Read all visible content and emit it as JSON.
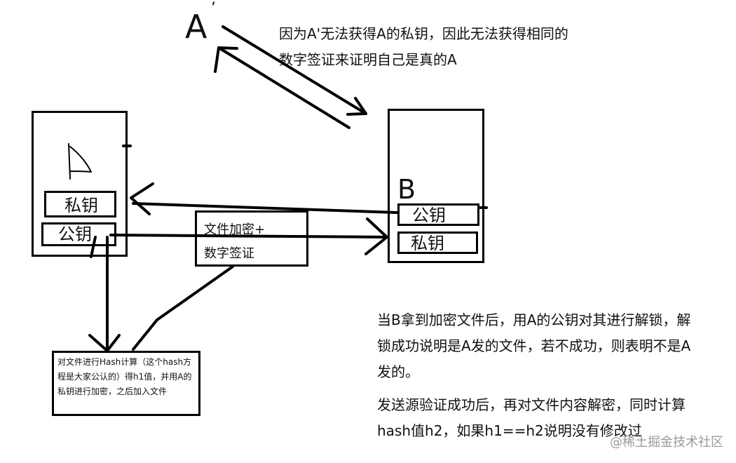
{
  "labels": {
    "a_prime_letter": "A",
    "a_prime_mark": "’",
    "a_inner": "A",
    "b_letter": "B",
    "top_note": "因为A'无法获得A的私钥，因此无法获得相同的数字签证来证明自己是真的A",
    "a_private_key": "私钥",
    "a_public_key": "公钥",
    "b_public_key": "公钥",
    "b_private_key": "私钥",
    "middle_line1": "文件加密+",
    "middle_line2": "数字签证",
    "hash_note": "对文件进行Hash计算（这个hash方程是大家公认的）得h1值，并用A的私钥进行加密，之后加入文件",
    "right_note_1": "当B拿到加密文件后，用A的公钥对其进行解锁，解锁成功说明是A发的文件，若不成功，则表明不是A发的。",
    "right_note_2": "发送源验证成功后，再对文件内容解密，同时计算hash值h2，如果h1==h2说明没有修改过",
    "watermark": "@稀土掘金技术社区"
  }
}
